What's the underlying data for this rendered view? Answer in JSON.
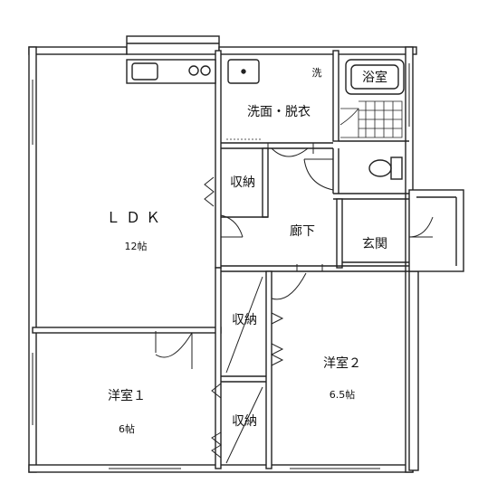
{
  "rooms": {
    "ldk": {
      "name": "ＬＤＫ",
      "size": "12帖"
    },
    "washroom": {
      "name": "洗面・脱衣"
    },
    "washer_mark": "洗",
    "bath": {
      "name": "浴室"
    },
    "storage_top": {
      "name": "収納"
    },
    "hallway": {
      "name": "廊下"
    },
    "entrance": {
      "name": "玄関"
    },
    "storage_mid": {
      "name": "収納"
    },
    "storage_bottom": {
      "name": "収納"
    },
    "western1": {
      "name": "洋室１",
      "size": "6帖"
    },
    "western2": {
      "name": "洋室２",
      "size": "6.5帖"
    }
  },
  "colors": {
    "line": "#222222",
    "wall_fill": "#ffffff",
    "background": "#ffffff"
  }
}
